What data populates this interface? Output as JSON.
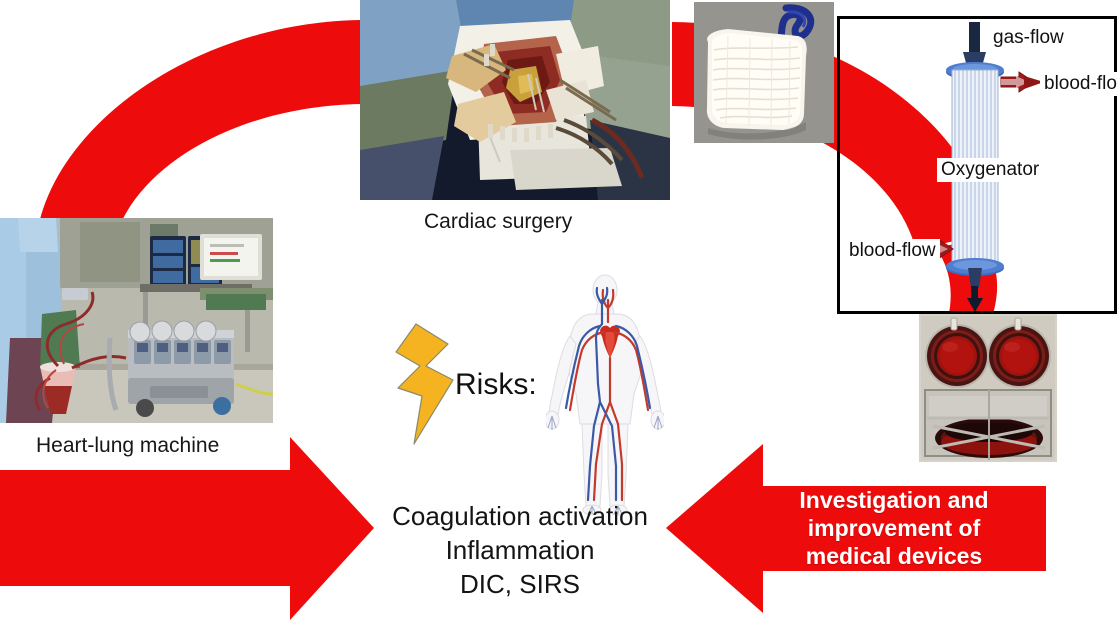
{
  "figure": {
    "type": "scientific-workflow-diagram",
    "background": "#ffffff",
    "accent_red": "#ED0B0B",
    "bolt_color": "#F5B221"
  },
  "captions": {
    "cardiac_surgery": "Cardiac surgery",
    "heart_lung_machine": "Heart-lung machine"
  },
  "oxygenator_panel": {
    "gas_flow_top": "gas-flow",
    "blood_flow_out": "blood-flow",
    "device_label": "Oxygenator",
    "blood_flow_in": "blood-flow"
  },
  "center": {
    "risks_label": "Risks:",
    "outcome_lines": [
      "Coagulation activation",
      "Inflammation",
      "DIC, SIRS"
    ]
  },
  "right_arrow": {
    "lines": [
      "Investigation and",
      "improvement of",
      "medical devices"
    ]
  },
  "photos": {
    "cardiac_surgery_alt": "open-heart-surgery-operating-field",
    "gauze_alt": "white-gauze-swab-with-blue-tape",
    "heart_lung_machine_alt": "heart-lung-machine-in-operating-room",
    "test_device_alt": "blood-filled-rotating-test-loops"
  }
}
